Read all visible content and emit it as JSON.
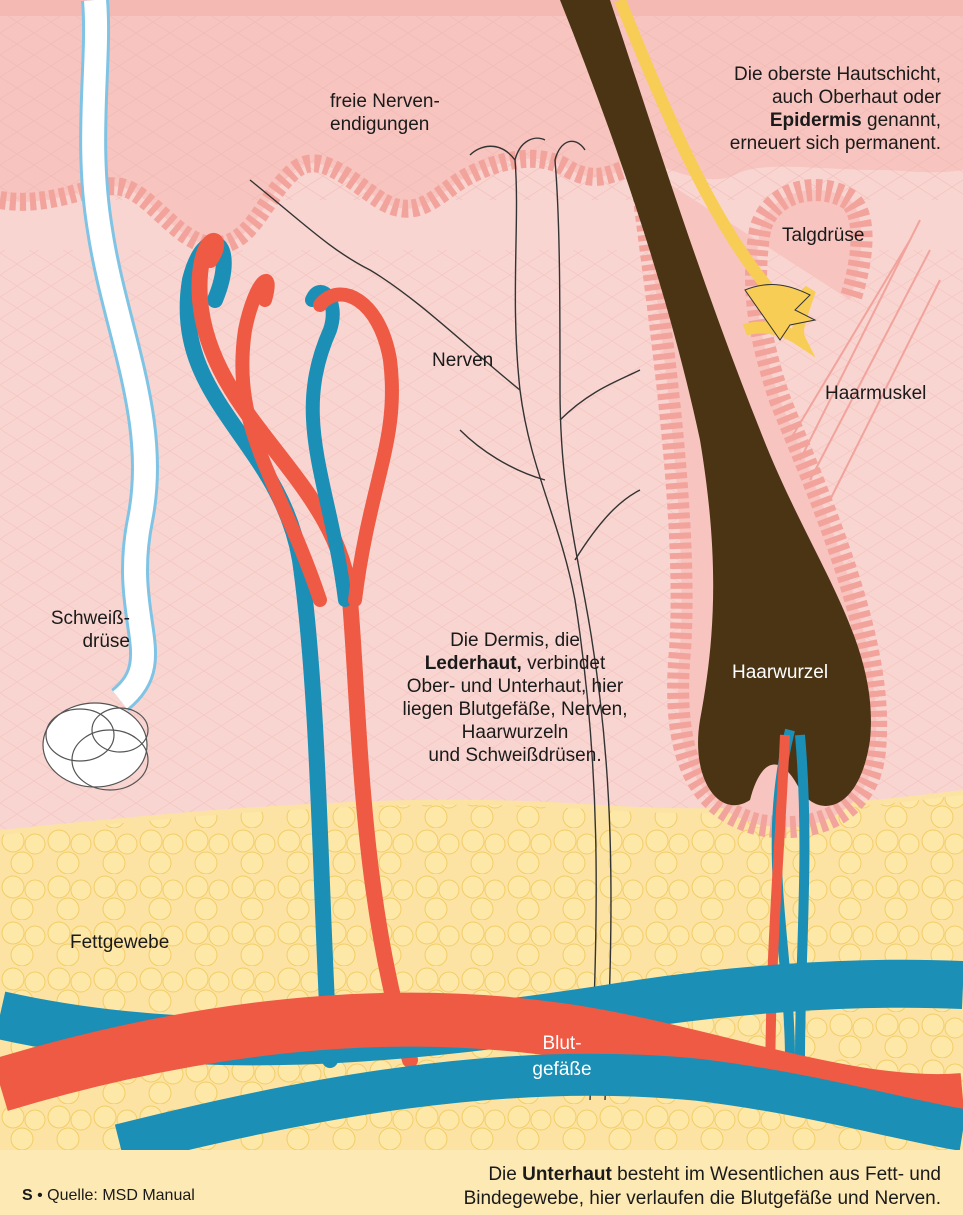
{
  "labels": {
    "epidermis": {
      "pre": "Die oberste Hautschicht,\nauch Oberhaut oder\n",
      "bold": "Epidermis",
      "post": " genannt,\nerneuert sich permanent."
    },
    "nerve_endings": "freie Nerven-\nendigungen",
    "sebaceous_gland": "Talgdrüse",
    "hair_muscle": "Haarmuskel",
    "nerves": "Nerven",
    "sweat_gland": "Schweiß-\ndrüse",
    "dermis": {
      "pre": "Die Dermis, die\n",
      "bold": "Lederhaut,",
      "post": " verbindet\nOber- und Unterhaut, hier\nliegen Blutgefäße, Nerven,\nHaarwurzeln\nund Schweißdrüsen."
    },
    "hair_root": "Haarwurzel",
    "fat_tissue": "Fettgewebe",
    "blood_vessels": "Blut-\ngefäße",
    "subcutis": {
      "pre": "Die ",
      "bold": "Unterhaut",
      "post": " besteht im Wesentlichen aus Fett- und\nBindegewebe, hier verlaufen die Blutgefäße und Nerven."
    }
  },
  "source": {
    "logo": "S",
    "text": "Quelle: MSD Manual"
  },
  "colors": {
    "epidermis": "#f7c9c4",
    "dermis": "#f9d7d4",
    "subcutis": "#fbe8b6",
    "fat_cell_stroke": "#f3cf6a",
    "artery": "#ee5a44",
    "vein": "#1b8fb5",
    "hair": "#4a3413",
    "sebum": "#f7cd55",
    "follicle": "#f3aba5"
  }
}
